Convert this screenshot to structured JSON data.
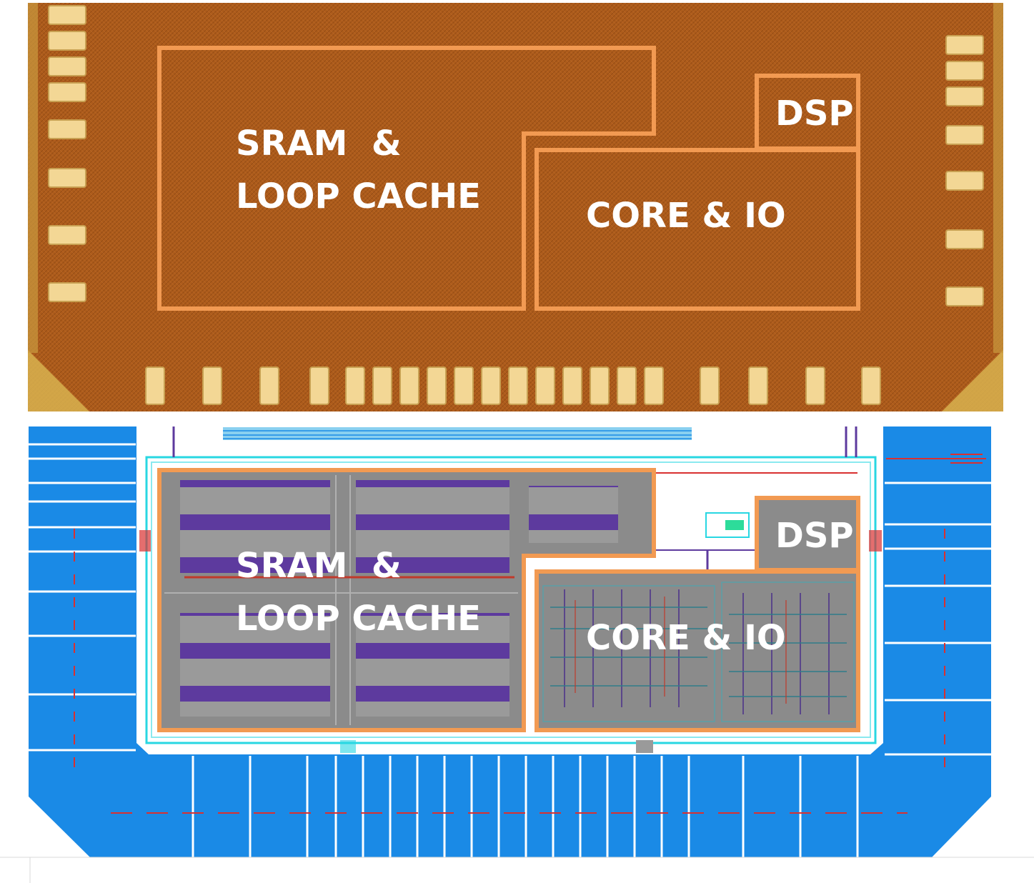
{
  "colors": {
    "die_bg": "#a8591a",
    "die_dark": "#8a4612",
    "pad_fill": "#f3d795",
    "pad_edge": "#c8a052",
    "corner_fill": "#d8b24f",
    "outline": "#f29a52",
    "layout_blue": "#1a8ae6",
    "layout_white": "#ffffff",
    "layout_cyan": "#28d7e2",
    "layout_gray": "#8b8b8b",
    "layout_purple": "#5d3a9e",
    "layout_red": "#d93030",
    "label": "#ffffff"
  },
  "die_photo": {
    "sram_label_line1": "SRAM  &",
    "sram_label_line2": "LOOP CACHE",
    "core_label": "CORE & IO",
    "dsp_label": "DSP"
  },
  "layout_view": {
    "sram_label_line1": "SRAM  &",
    "sram_label_line2": "LOOP CACHE",
    "core_label": "CORE & IO",
    "dsp_label": "DSP"
  }
}
